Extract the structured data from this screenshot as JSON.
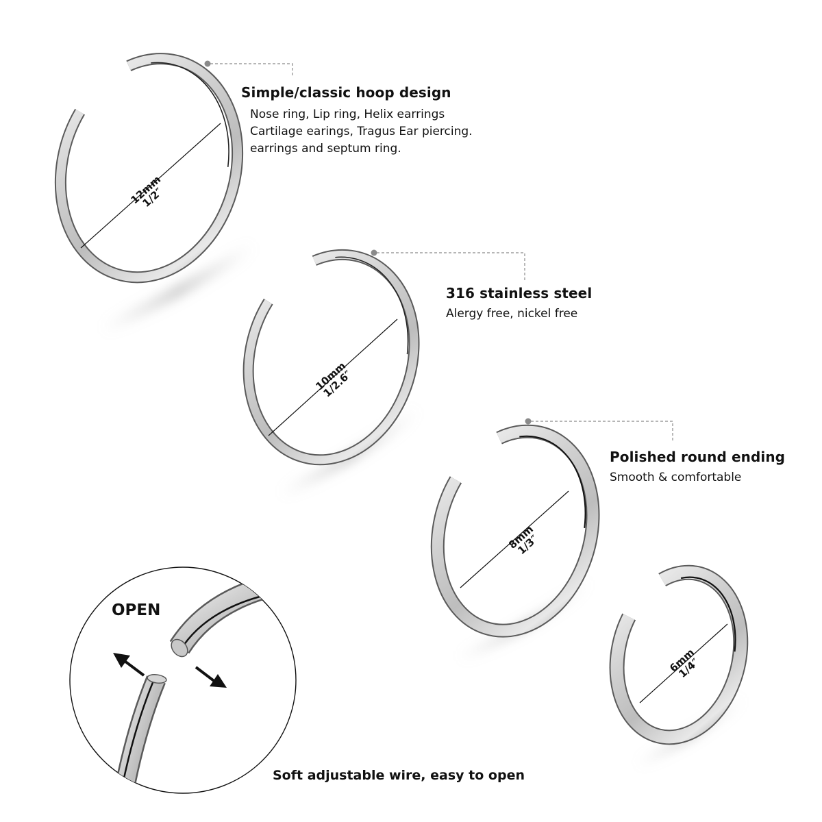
{
  "features": [
    {
      "title": "Simple/classic hoop design",
      "lines": [
        "Nose ring, Lip ring, Helix earrings",
        "Cartilage earings, Tragus Ear piercing.",
        "earrings and septum ring."
      ]
    },
    {
      "title": "316 stainless steel",
      "lines": [
        "Alergy free, nickel free"
      ]
    },
    {
      "title": "Polished round ending",
      "lines": [
        "Smooth & comfortable"
      ]
    }
  ],
  "rings": [
    {
      "size_mm": "12mm",
      "size_in": "1/2″"
    },
    {
      "size_mm": "10mm",
      "size_in": "1/2.6″"
    },
    {
      "size_mm": "8mm",
      "size_in": "1/3″"
    },
    {
      "size_mm": "6mm",
      "size_in": "1/4″"
    }
  ],
  "detail": {
    "open_label": "OPEN",
    "caption": "Soft adjustable wire, easy to open"
  },
  "colors": {
    "text": "#111111",
    "leader_line": "#8a8a8a",
    "silver_light": "#f4f4f4",
    "silver_mid": "#c4c4c4",
    "silver_dark": "#6e6e6e"
  }
}
